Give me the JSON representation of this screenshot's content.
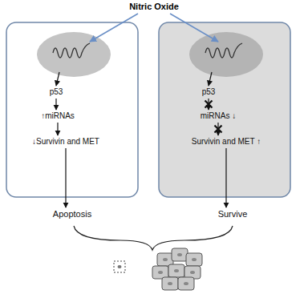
{
  "diagram": {
    "title": "Nitric Oxide",
    "nodes": [
      {
        "text": [
          "p53"
        ]
      },
      {
        "text": [
          "↑miRNAs"
        ]
      },
      {
        "text": [
          "↓Survivin and MET"
        ]
      },
      {
        "text": [
          "p53"
        ]
      },
      {
        "text": [
          "miRNAs ↓"
        ]
      },
      {
        "text": [
          "Survivin and MET ↑"
        ]
      },
      {
        "text": [
          "Apoptosis"
        ]
      },
      {
        "text": [
          "Survive"
        ]
      }
    ],
    "edges": [
      {
        "from": 0,
        "to": 1,
        "arrow": "to"
      },
      {
        "from": 1,
        "to": 2,
        "arrow": "to"
      },
      {
        "from": 3,
        "to": 4,
        "arrow": "to"
      },
      {
        "from": 4,
        "to": 5,
        "arrow": "to"
      },
      {
        "from": 2,
        "to": 6,
        "arrow": "to"
      },
      {
        "from": 5,
        "to": 7,
        "arrow": "to"
      }
    ]
  }
}
